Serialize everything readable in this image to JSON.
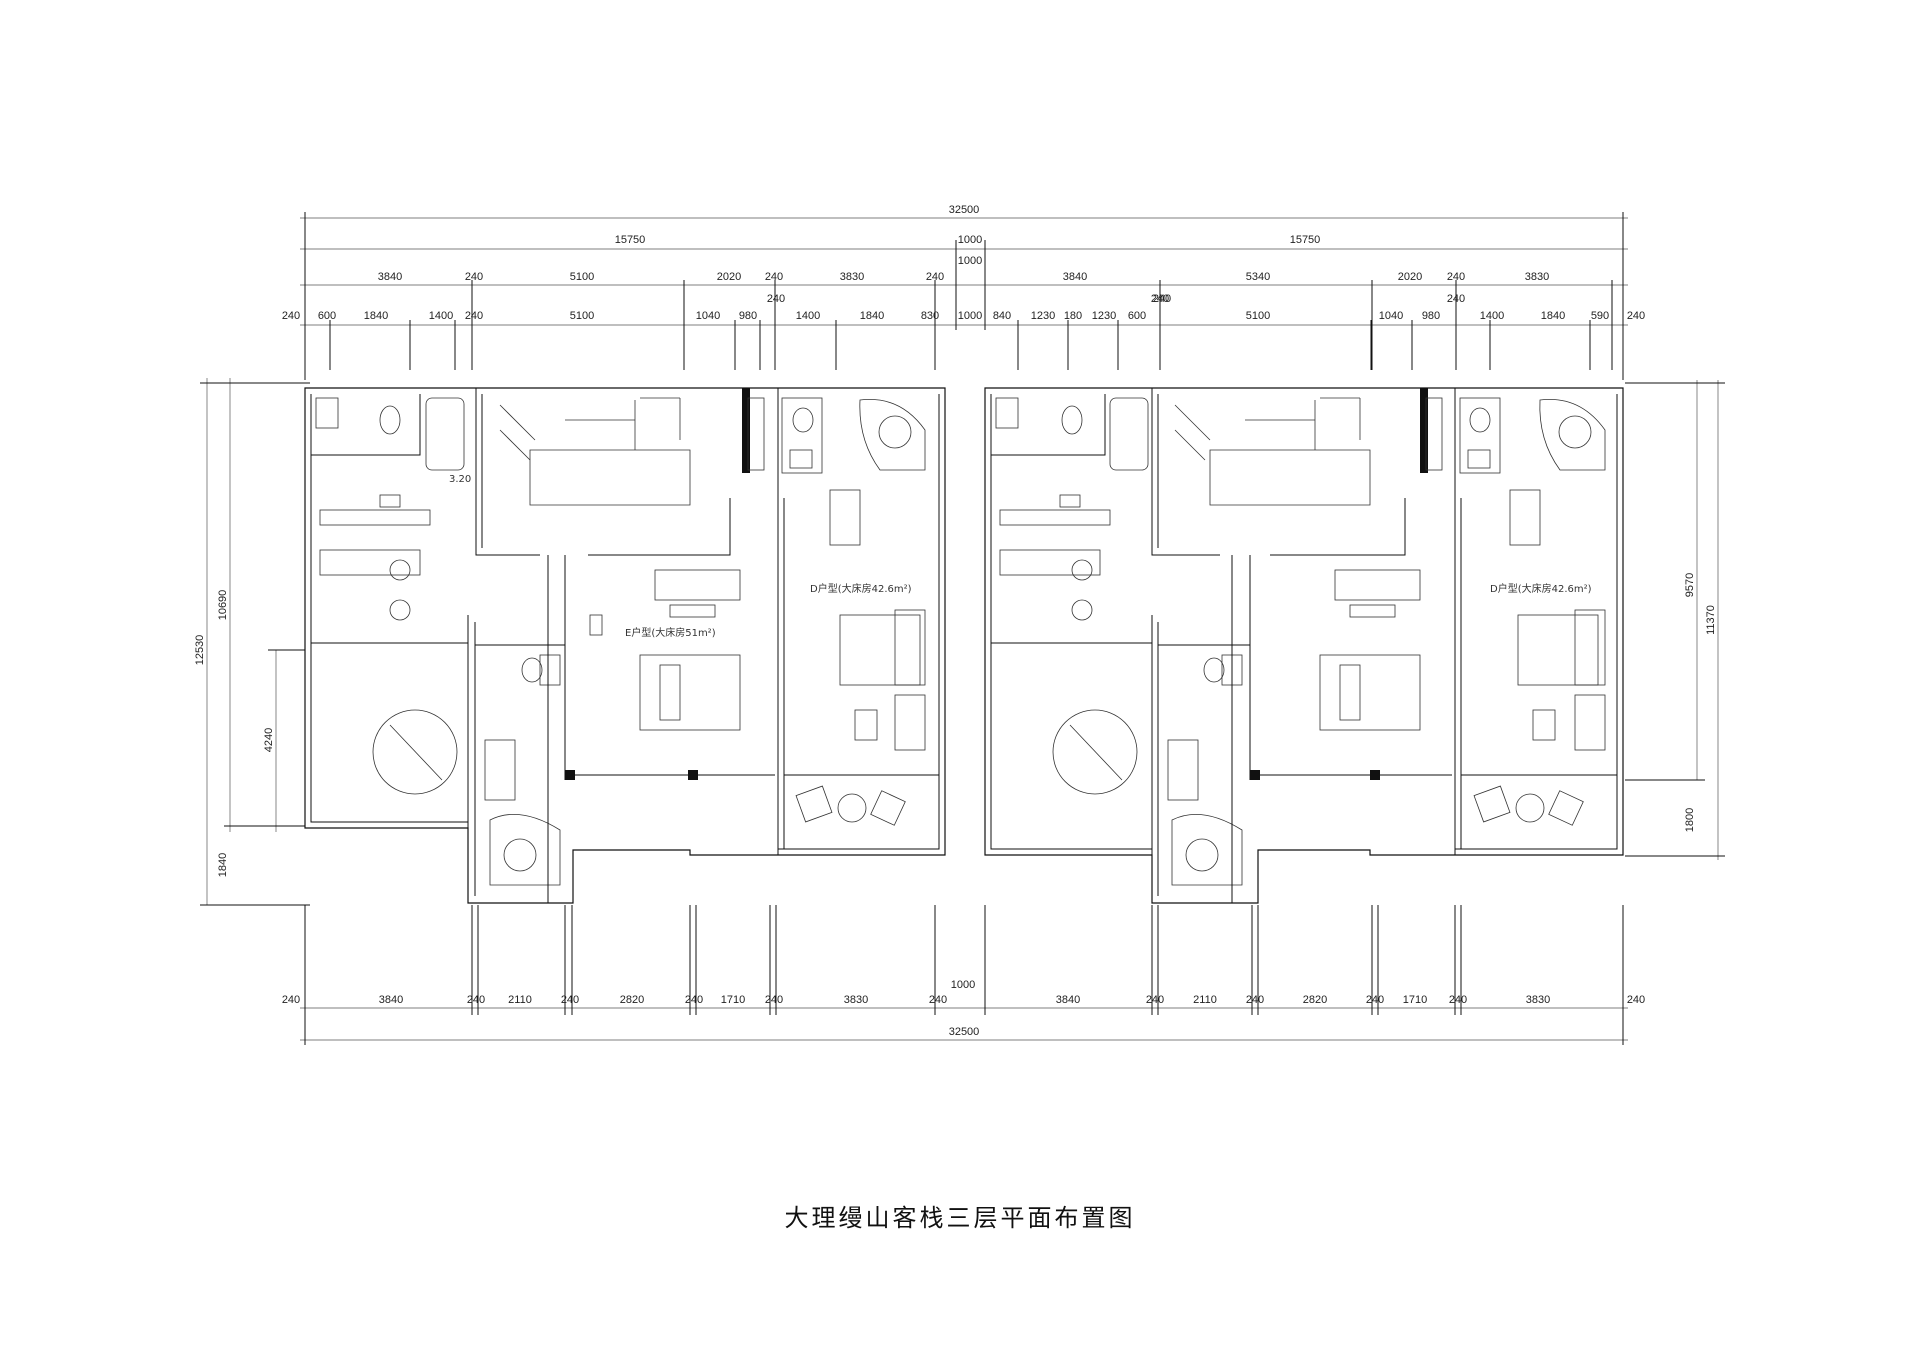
{
  "title": "大理缦山客栈三层平面布置图",
  "dims": {
    "overall_top": "32500",
    "overall_bottom": "32500",
    "half_left": "15750",
    "half_right": "15750",
    "gap": "1000",
    "row2_left": [
      "3840",
      "240",
      "5100",
      "2020",
      "240",
      "3830",
      "240"
    ],
    "row2_mid": "1000",
    "row2_right": [
      "3840",
      "5340",
      "2020",
      "240",
      "3830"
    ],
    "row2_small": "240",
    "row3_left": [
      "240",
      "600",
      "1840",
      "1400",
      "240",
      "5100",
      "1040",
      "980",
      "1400",
      "1840",
      "830"
    ],
    "row3_mid": "1000",
    "row3_right": [
      "840",
      "1230",
      "180",
      "1230",
      "600",
      "5100",
      "1040",
      "980",
      "1400",
      "1840",
      "590",
      "240"
    ],
    "row3_small_a": "240",
    "row3_small_b": "240",
    "bottom_left": [
      "240",
      "3840",
      "240",
      "2110",
      "240",
      "2820",
      "240",
      "1710",
      "240",
      "3830",
      "240"
    ],
    "bottom_mid": "1000",
    "bottom_right": [
      "3840",
      "240",
      "2110",
      "240",
      "2820",
      "240",
      "1710",
      "240",
      "3830",
      "240"
    ],
    "left_v": [
      "12530",
      "10690",
      "4240",
      "1840"
    ],
    "right_v": [
      "9570",
      "11370",
      "1800"
    ]
  },
  "rooms": {
    "e_left": "E户型(大床房51m²)",
    "d_left": "D户型(大床房42.6m²)",
    "d_right": "D户型(大床房42.6m²)",
    "tag": "3.20"
  }
}
